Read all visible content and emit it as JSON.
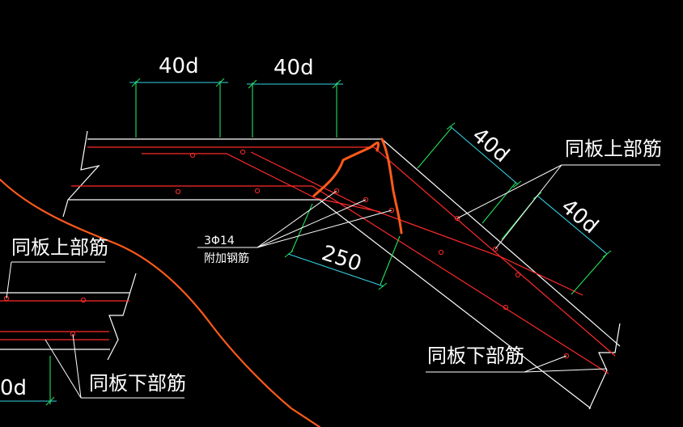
{
  "colors": {
    "background": "#000000",
    "outline": "#ffffff",
    "rebar": "#ff2a2a",
    "dimension": "#23e05a",
    "dimension_alt": "#35d4e6",
    "markup": "#ff5a1a"
  },
  "dimensions": {
    "top_left": "40d",
    "top_right": "40d",
    "slope_upper": "40d",
    "slope_lower": "40d",
    "lap_250": "250",
    "bottom_left_partial": "0d"
  },
  "labels": {
    "upper_right": "同板上部筋",
    "left_upper": "同板上部筋",
    "lower_right": "同板下部筋",
    "left_lower": "同板下部筋",
    "added_bars_spec": "3Φ14",
    "added_bars_name": "附加钢筋"
  }
}
